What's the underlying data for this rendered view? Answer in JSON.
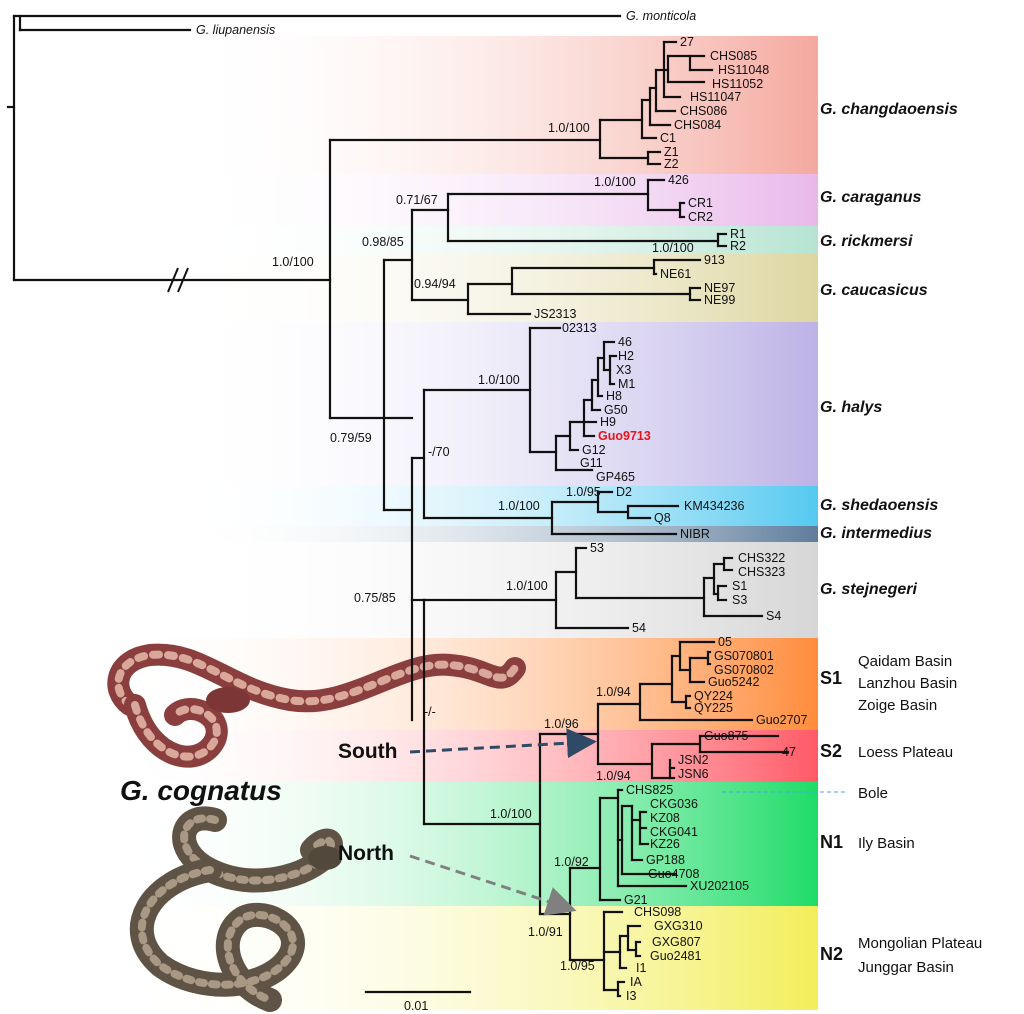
{
  "outgroups": {
    "monticola": "G. monticola",
    "liupanensis": "G. liupanensis"
  },
  "species": {
    "changdaoensis": "G. changdaoensis",
    "caraganus": "G. caraganus",
    "rickmersi": "G. rickmersi",
    "caucasicus": "G. caucasicus",
    "halys": "G. halys",
    "shedaoensis": "G. shedaoensis",
    "intermedius": "G. intermedius",
    "stejnegeri": "G. stejnegeri"
  },
  "tips": {
    "t27": "27",
    "chs085": "CHS085",
    "hs11048": "HS11048",
    "hs11052": "HS11052",
    "hs11047": "HS11047",
    "chs086": "CHS086",
    "chs084": "CHS084",
    "c1": "C1",
    "z1": "Z1",
    "z2": "Z2",
    "t426": "426",
    "cr1": "CR1",
    "cr2": "CR2",
    "r1": "R1",
    "r2": "R2",
    "t913": "913",
    "ne61": "NE61",
    "ne97": "NE97",
    "ne99": "NE99",
    "js2313": "JS2313",
    "t02313": "02313",
    "t46": "46",
    "h2": "H2",
    "x3": "X3",
    "m1": "M1",
    "h8": "H8",
    "g50": "G50",
    "h9": "H9",
    "guo9713": "Guo9713",
    "g12": "G12",
    "g11": "G11",
    "gp465": "GP465",
    "d2": "D2",
    "km434236": "KM434236",
    "q8": "Q8",
    "nibr": "NIBR",
    "t53": "53",
    "chs322": "CHS322",
    "chs323": "CHS323",
    "s1": "S1",
    "s3": "S3",
    "s4": "S4",
    "t54": "54",
    "t05": "05",
    "gs070801": "GS070801",
    "gs070802": "GS070802",
    "guo5242": "Guo5242",
    "qy224": "QY224",
    "qy225": "QY225",
    "guo2707": "Guo2707",
    "guo875": "Guo875",
    "t47": "47",
    "jsn2": "JSN2",
    "jsn6": "JSN6",
    "chs825": "CHS825",
    "ckg036": "CKG036",
    "kz08": "KZ08",
    "ckg041": "CKG041",
    "kz26": "KZ26",
    "gp188": "GP188",
    "guo4708": "Guo4708",
    "xu202105": "XU202105",
    "g21": "G21",
    "chs098": "CHS098",
    "gxg310": "GXG310",
    "gxg807": "GXG807",
    "guo2481": "Guo2481",
    "i1": "I1",
    "ia": "IA",
    "i3": "I3"
  },
  "support": {
    "root": "1.0/100",
    "changdaoensis": "1.0/100",
    "n_0985": "0.98/85",
    "n_071": "0.71/67",
    "caraganus": "1.0/100",
    "rickmersi": "1.0/100",
    "caucasicus": "0.94/94",
    "n_079": "0.79/59",
    "n_075": "0.75/85",
    "n_70": "-/70",
    "halys": "1.0/100",
    "shed_int": "1.0/100",
    "shedaoensis": "1.0/95",
    "stejnegeri": "1.0/100",
    "n_dash": "-/-",
    "cognatus": "1.0/100",
    "south": "1.0/96",
    "s1": "1.0/94",
    "s2": "1.0/94",
    "north": "1.0/91",
    "n1": "1.0/92",
    "n2": "1.0/95"
  },
  "groups": {
    "s1": {
      "code": "S1",
      "regions": [
        "Qaidam Basin",
        "Lanzhou Basin",
        "Zoige Basin"
      ]
    },
    "s2": {
      "code": "S2",
      "regions": [
        "Loess Plateau"
      ]
    },
    "bole": "Bole",
    "n1": {
      "code": "N1",
      "regions": [
        "Ily Basin"
      ]
    },
    "n2": {
      "code": "N2",
      "regions": [
        "Mongolian Plateau",
        "Junggar Basin"
      ]
    }
  },
  "cognatus_label": "G. cognatus",
  "south_label": "South",
  "north_label": "North",
  "scale_bar": "0.01",
  "colors": {
    "changdaoensis": "#f6b8b0",
    "caraganus": "#ecc4ec",
    "rickmersi": "#bfe6d6",
    "caucasicus": "#e2dca8",
    "halys": "#c7bee8",
    "shedaoensis": "#77d3f0",
    "intermedius": "#6f8aa6",
    "stejnegeri": "#dedede",
    "s1": "#ff9a55",
    "s2": "#ff6f78",
    "n1": "#2ddf74",
    "n2": "#f3f06e",
    "highlight": "#e8141c",
    "south_arrow": "#2f4a66",
    "north_arrow": "#808080",
    "bole_line": "#4aa6e0"
  }
}
